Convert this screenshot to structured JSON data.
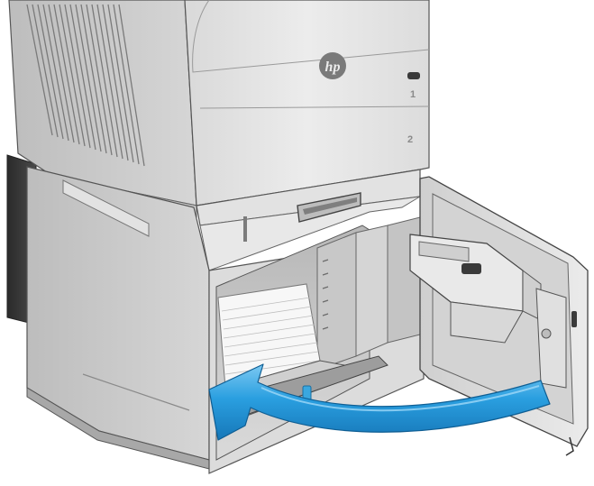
{
  "printer": {
    "brand_logo": "hp-logo",
    "tray_labels": [
      "1",
      "2"
    ]
  },
  "icons": {
    "arrow": "curved-arrow-left-icon",
    "paper": "paper-stack-icon"
  },
  "colors": {
    "arrow_fill": "#2a9fe0",
    "arrow_highlight": "#7cc9f2",
    "body_light": "#e6e6e6",
    "body_mid": "#d2d2d2",
    "body_dark": "#3c3c3c",
    "guide_blue": "#3aa7df"
  }
}
